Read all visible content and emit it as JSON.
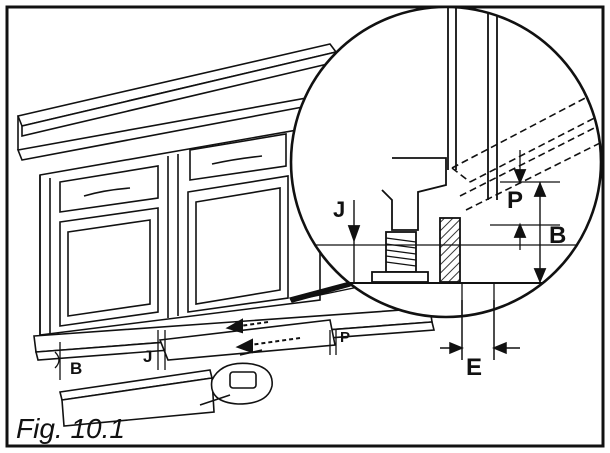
{
  "labels": {
    "b_left": "B",
    "j_left": "J",
    "p_small": "P",
    "j_zoom": "J",
    "p_zoom": "P",
    "b_zoom": "B",
    "e_zoom": "E"
  },
  "caption": "Fig. 10.1",
  "colors": {
    "ink": "#111111",
    "background": "#ffffff",
    "hatch": "#555555"
  }
}
